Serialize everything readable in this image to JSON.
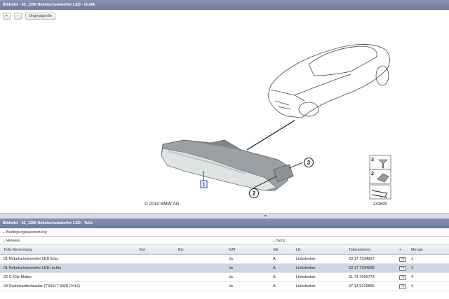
{
  "graphic_panel": {
    "title": "Bildtafel - 63_1396 Nebelscheinwerfer LED - Grafik"
  },
  "toolbar": {
    "zoom_in": "+",
    "zoom_out": "-",
    "original_size": "Originalgröße"
  },
  "diagram": {
    "callouts": [
      "1",
      "2",
      "3"
    ],
    "copyright": "© 2010 BMW AG",
    "reference_number": "241600",
    "legend_numbers": [
      "3",
      "2"
    ]
  },
  "parts_panel": {
    "title": "Bildtafel - 63_1396 Nebelscheinwerfer LED - Teile",
    "conditions_label": "Bedingungsauswertung",
    "hint_label": "Hinweis",
    "note_label": "Notiz"
  },
  "table": {
    "headers": [
      "Teile-Benennung",
      "Von",
      "Bis",
      "KAT",
      "GE",
      "LE",
      "Teilenummer",
      "+",
      "Menge"
    ],
    "rows": [
      {
        "name": "01 Nebelscheinwerfer LED links",
        "von": "",
        "bis": "",
        "kat": "Ja",
        "ge": "A",
        "le": "Linkslenker",
        "part": "63 17 7234927",
        "qty": "1"
      },
      {
        "name": "01 Nebelscheinwerfer LED rechts",
        "von": "",
        "bis": "",
        "kat": "Ja",
        "ge": "A",
        "le": "Linkslenker",
        "part": "63 17 7234928",
        "qty": "1"
      },
      {
        "name": "02 C-Clip Mutter",
        "von": "",
        "bis": "",
        "kat": "Ja",
        "ge": "A",
        "le": "Linkslenker",
        "part": "51 71 7065773",
        "qty": "4"
      },
      {
        "name": "03 Sechskantschraube (TS6x17 SWS D=16)",
        "von": "",
        "bis": "",
        "kat": "Ja",
        "ge": "A",
        "le": "Linkslenker",
        "part": "07 14 9126885",
        "qty": "4"
      }
    ]
  },
  "colors": {
    "titlebar": "#7683a4",
    "selected_row": "#cdd6e4"
  }
}
